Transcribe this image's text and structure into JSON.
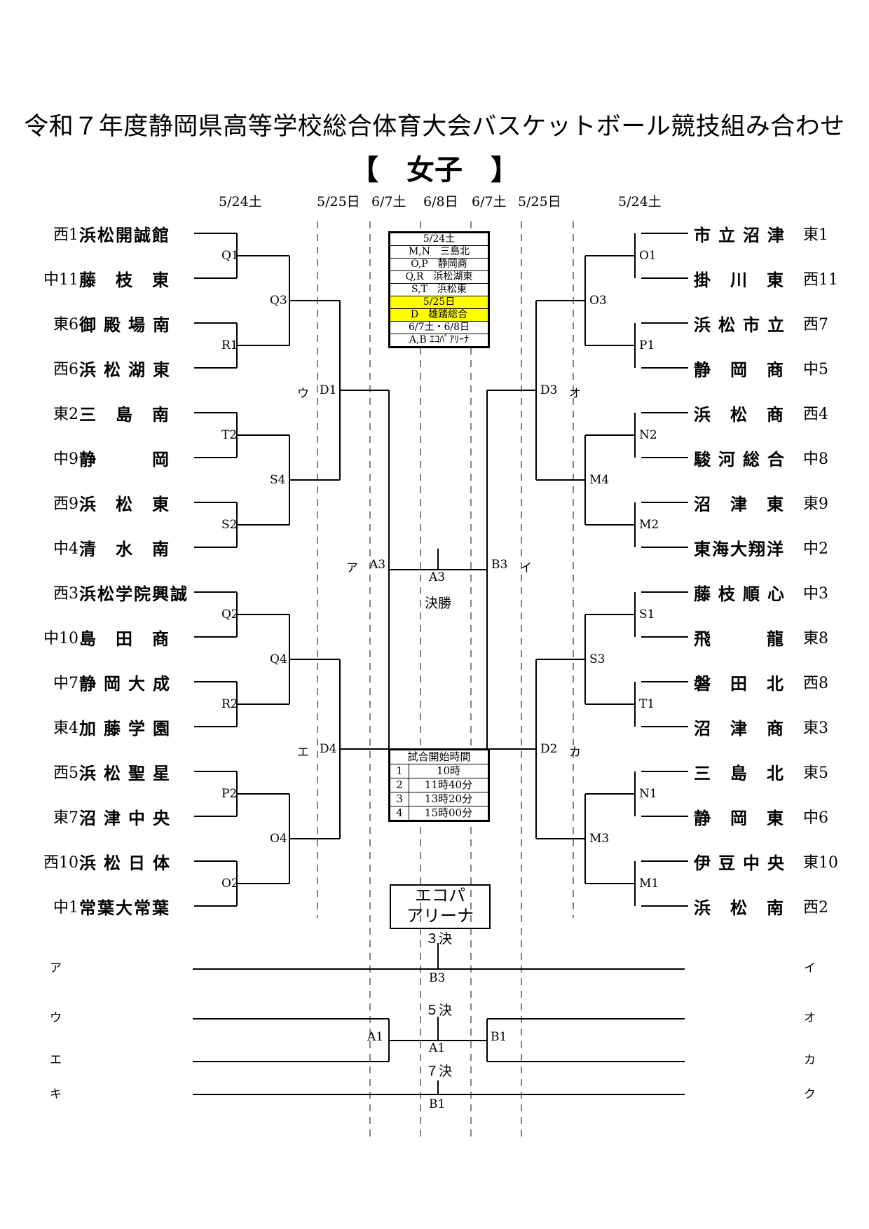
{
  "title": "令和７年度静岡県高等学校総合体育大会バスケットボール競技組み合わせ",
  "subtitle": "【　女子　】",
  "dates": {
    "d1_left": "5/24土",
    "d2_left": "5/25日",
    "d3_left": "6/7土",
    "final": "6/8日",
    "d3_right": "6/7土",
    "d2_right": "5/25日",
    "d1_right": "5/24土"
  },
  "left_teams": [
    {
      "code": "西1",
      "name": "浜松開誠館"
    },
    {
      "code": "中11",
      "name": "藤　枝　東"
    },
    {
      "code": "東6",
      "name": "御殿場南"
    },
    {
      "code": "西6",
      "name": "浜松湖東"
    },
    {
      "code": "東2",
      "name": "三　島　南"
    },
    {
      "code": "中9",
      "name": "静　　　岡"
    },
    {
      "code": "西9",
      "name": "浜　松　東"
    },
    {
      "code": "中4",
      "name": "清　水　南"
    },
    {
      "code": "西3",
      "name": "浜松学院興誠"
    },
    {
      "code": "中10",
      "name": "島　田　商"
    },
    {
      "code": "中7",
      "name": "静岡大成"
    },
    {
      "code": "東4",
      "name": "加藤学園"
    },
    {
      "code": "西5",
      "name": "浜松聖星"
    },
    {
      "code": "東7",
      "name": "沼津中央"
    },
    {
      "code": "西10",
      "name": "浜松日体"
    },
    {
      "code": "中1",
      "name": "常葉大常葉"
    }
  ],
  "right_teams": [
    {
      "code": "東1",
      "name": "市立沼津"
    },
    {
      "code": "西11",
      "name": "掛　川　東"
    },
    {
      "code": "西7",
      "name": "浜松市立"
    },
    {
      "code": "中5",
      "name": "静　岡　商"
    },
    {
      "code": "西4",
      "name": "浜　松　商"
    },
    {
      "code": "中8",
      "name": "駿河総合"
    },
    {
      "code": "東9",
      "name": "沼　津　東"
    },
    {
      "code": "中2",
      "name": "東海大翔洋"
    },
    {
      "code": "中3",
      "name": "藤枝順心"
    },
    {
      "code": "東8",
      "name": "飛　　　龍"
    },
    {
      "code": "西8",
      "name": "磐　田　北"
    },
    {
      "code": "東3",
      "name": "沼　津　商"
    },
    {
      "code": "東5",
      "name": "三　島　北"
    },
    {
      "code": "中6",
      "name": "静　岡　東"
    },
    {
      "code": "東10",
      "name": "伊豆中央"
    },
    {
      "code": "西2",
      "name": "浜　松　南"
    }
  ],
  "left_r1_labels": [
    "Q1",
    "R1",
    "T2",
    "S2",
    "Q2",
    "R2",
    "P2",
    "O2"
  ],
  "left_r2_labels": [
    "Q3",
    "S4",
    "Q4",
    "O4"
  ],
  "left_r3_labels": [
    "D1",
    "D4"
  ],
  "left_r3_marks": [
    "ウ",
    "エ"
  ],
  "right_r1_labels": [
    "O1",
    "P1",
    "N2",
    "M2",
    "S1",
    "T1",
    "N1",
    "M1"
  ],
  "right_r2_labels": [
    "O3",
    "M4",
    "S3",
    "M3"
  ],
  "right_r3_labels": [
    "D3",
    "D2"
  ],
  "right_r3_marks": [
    "オ",
    "カ"
  ],
  "semi": {
    "left_mark": "ア",
    "left_label": "A3",
    "right_label": "B3",
    "right_mark": "イ"
  },
  "final": {
    "label": "A3",
    "text": "決勝"
  },
  "schedule_box": [
    {
      "text": "5/24土",
      "highlight": false
    },
    {
      "text": "M,N　三島北",
      "highlight": false
    },
    {
      "text": "O,P　静岡商",
      "highlight": false
    },
    {
      "text": "Q,R　浜松湖東",
      "highlight": false
    },
    {
      "text": "S,T　浜松東",
      "highlight": false
    },
    {
      "text": "5/25日",
      "highlight": true
    },
    {
      "text": "D　雄踏総合",
      "highlight": true
    },
    {
      "text": "6/7土・6/8日",
      "highlight": false
    },
    {
      "text": "A,B ｴｺﾊﾟｱﾘｰﾅ",
      "highlight": false
    }
  ],
  "start_times": {
    "header": "試合開始時間",
    "rows": [
      {
        "n": "1",
        "t": "10時"
      },
      {
        "n": "2",
        "t": "11時40分"
      },
      {
        "n": "3",
        "t": "13時20分"
      },
      {
        "n": "4",
        "t": "15時00分"
      }
    ]
  },
  "arena": {
    "line1": "エコパ",
    "line2": "アリーナ"
  },
  "placement": {
    "third": {
      "title": "３決",
      "label": "B3",
      "left": "ア",
      "right": "イ"
    },
    "fifth": {
      "title": "５決",
      "left_label": "A1",
      "center_label": "A1",
      "right_label": "B1",
      "left_top": "ウ",
      "left_bottom": "エ",
      "right_top": "オ",
      "right_bottom": "カ"
    },
    "seventh": {
      "title": "７決",
      "label": "B1",
      "left": "キ",
      "right": "ク"
    }
  }
}
